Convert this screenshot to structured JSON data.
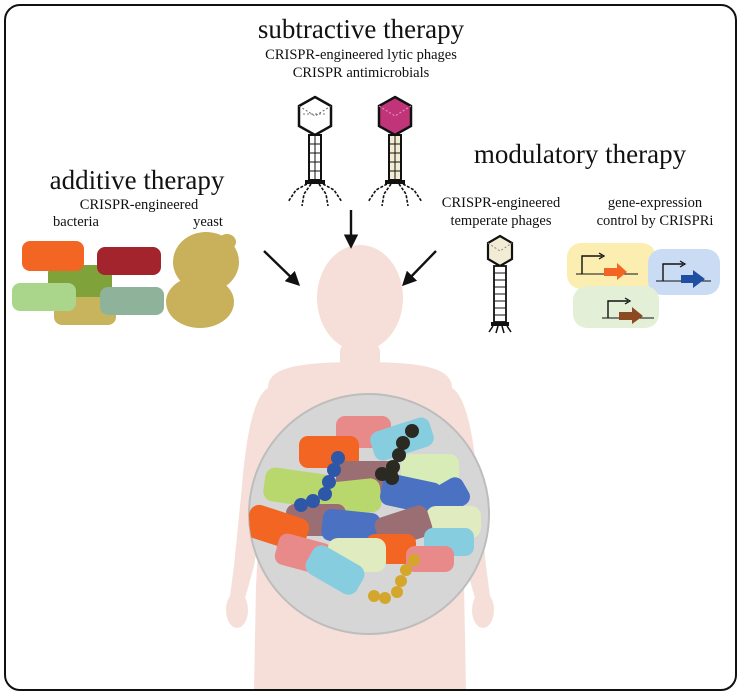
{
  "subtractive": {
    "title": "subtractive therapy",
    "line1": "CRISPR-engineered lytic phages",
    "line2": "CRISPR antimicrobials"
  },
  "additive": {
    "title": "additive therapy",
    "subtitle": "CRISPR-engineered",
    "bacteria_label": "bacteria",
    "yeast_label": "yeast"
  },
  "modulatory": {
    "title": "modulatory therapy",
    "phage_line1": "CRISPR-engineered",
    "phage_line2": "temperate phages",
    "crispri_line1": "gene-expression",
    "crispri_line2": "control by CRISPRi"
  },
  "colors": {
    "orange": "#f26522",
    "dark_red": "#a3242c",
    "olive_green": "#7fa23a",
    "light_green": "#a9d68a",
    "sage": "#8fb39a",
    "tan": "#c9b45e",
    "yeast": "#c9b05a",
    "magenta_phage": "#c2347a",
    "body": "#f6dfd8",
    "gut_circle": "#cfcfcf",
    "promoter_yellow": "#fbeeb0",
    "promoter_blue": "#c9dcf3",
    "promoter_green": "#e3efd6"
  },
  "icons": [
    "lytic-phage-icon",
    "magenta-phage-icon",
    "temperate-phage-icon",
    "promoter-arrow-icon",
    "arrow-icon"
  ]
}
